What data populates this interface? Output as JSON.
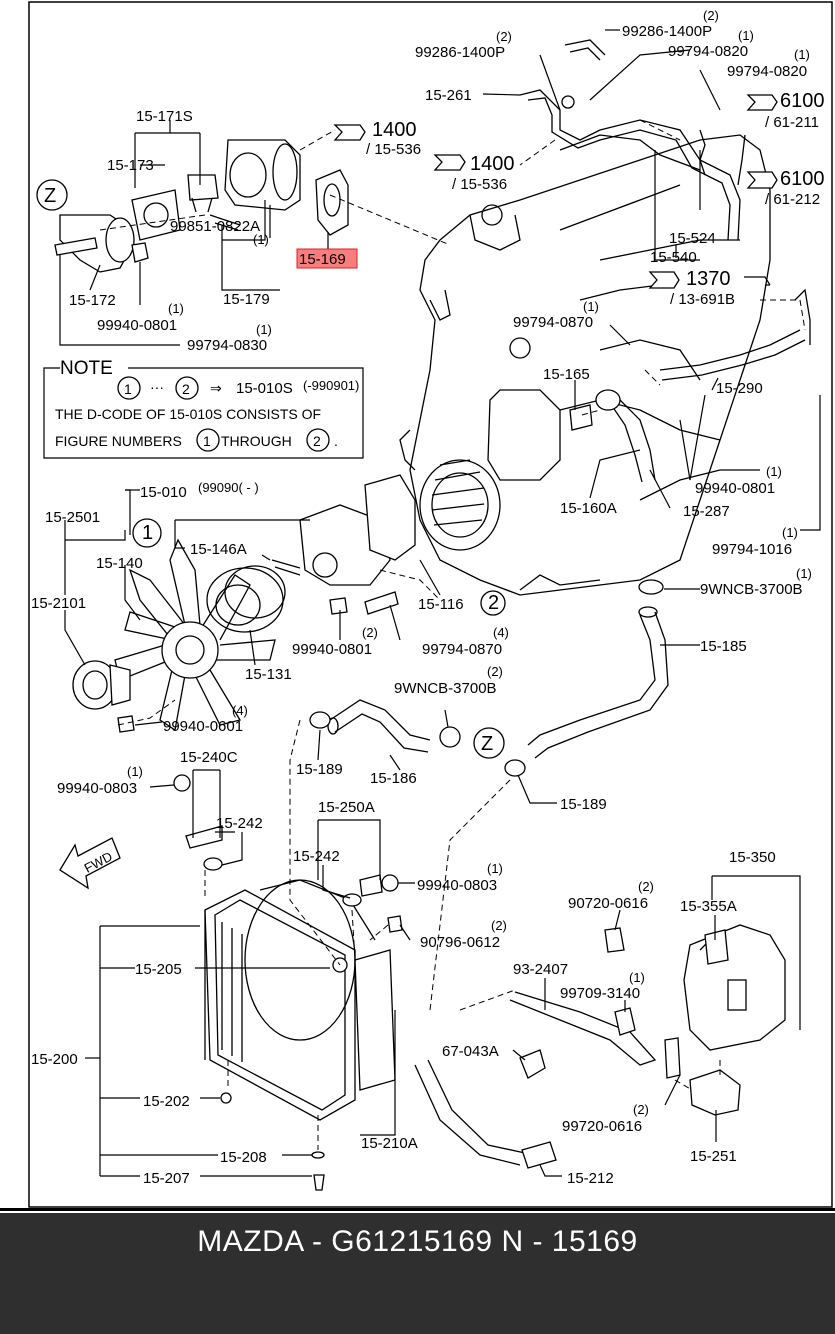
{
  "labels": {
    "l_15171S": "15-171S",
    "l_15173": "15-173",
    "l_15172": "15-172",
    "l_99940_0801_a": "99940-0801",
    "l_99940_0801_a_q": "(1)",
    "l_99794_0830": "99794-0830",
    "l_99794_0830_q": "(1)",
    "l_99851_0822A": "99851-0822A",
    "l_99851_0822A_q": "(1)",
    "l_15179": "15-179",
    "l_15169": "15-169",
    "l_1400_a": "1400",
    "l_15536_a": "/ 15-536",
    "l_1400_b": "1400",
    "l_15536_b": "/ 15-536",
    "l_15261": "15-261",
    "l_99286_1400P_l": "99286-1400P",
    "l_99286_1400P_l_q": "(2)",
    "l_99286_1400P_r": "99286-1400P",
    "l_99286_1400P_r_q": "(2)",
    "l_99794_0820_a": "99794-0820",
    "l_99794_0820_a_q": "(1)",
    "l_99794_0820_b": "99794-0820",
    "l_99794_0820_b_q": "(1)",
    "l_6100_a": "6100",
    "l_61211": "/ 61-211",
    "l_6100_b": "6100",
    "l_61212": "/ 61-212",
    "l_15524": "15-524",
    "l_15540": "15-540",
    "l_1370": "1370",
    "l_13691B": "/ 13-691B",
    "l_99794_0870_a": "99794-0870",
    "l_99794_0870_a_q": "(1)",
    "l_15165": "15-165",
    "l_15290": "15-290",
    "l_99940_0801_b": "99940-0801",
    "l_99940_0801_b_q": "(1)",
    "l_15287": "15-287",
    "l_15160A": "15-160A",
    "l_99794_1016": "99794-1016",
    "l_99794_1016_q": "(1)",
    "l_9WNCB_3700B_a": "9WNCB-3700B",
    "l_9WNCB_3700B_a_q": "(1)",
    "l_15185": "15-185",
    "l_15010": "15-010",
    "l_15010_sup": "(99090( - )",
    "l_152501": "15-2501",
    "l_15140": "15-140",
    "l_15146A": "15-146A",
    "l_152101": "15-2101",
    "l_15116": "15-116",
    "l_15116_num": "2",
    "l_99940_0801_c": "99940-0801",
    "l_99940_0801_c_q": "(2)",
    "l_99794_0870_b": "99794-0870",
    "l_99794_0870_b_q": "(4)",
    "l_15131": "15-131",
    "l_99940_0601": "99940-0601",
    "l_99940_0601_q": "(4)",
    "l_9WNCB_3700B_b": "9WNCB-3700B",
    "l_9WNCB_3700B_b_q": "(2)",
    "l_15189_a": "15-189",
    "l_15186": "15-186",
    "l_15189_b": "15-189",
    "l_15240C": "15-240C",
    "l_99940_0803_a": "99940-0803",
    "l_99940_0803_a_q": "(1)",
    "l_15242_a": "15-242",
    "l_15250A": "15-250A",
    "l_15242_b": "15-242",
    "l_99940_0803_b": "99940-0803",
    "l_99940_0803_b_q": "(1)",
    "l_90796_0612": "90796-0612",
    "l_90796_0612_q": "(2)",
    "l_15350": "15-350",
    "l_90720_0616": "90720-0616",
    "l_90720_0616_q": "(2)",
    "l_15355A": "15-355A",
    "l_15205": "15-205",
    "l_932407": "93-2407",
    "l_99709_3140": "99709-3140",
    "l_99709_3140_q": "(1)",
    "l_15200": "15-200",
    "l_67043A": "67-043A",
    "l_15202": "15-202",
    "l_99720_0616": "99720-0616",
    "l_99720_0616_q": "(2)",
    "l_15210A": "15-210A",
    "l_15208": "15-208",
    "l_15251": "15-251",
    "l_15207": "15-207",
    "l_15212": "15-212",
    "l_fwd": "FWD",
    "l_z_a": "Z",
    "l_z_b": "Z",
    "l_circle1": "1"
  },
  "note": {
    "title": "NOTE",
    "line1_a": "1",
    "line1_dots": "···",
    "line1_b": "2",
    "line1_eq": "⇒",
    "line1_code": "15-010S",
    "line1_sup": "(-990901)",
    "line2": "THE D-CODE OF  15-010S CONSISTS OF",
    "line3_a": "FIGURE NUMBERS",
    "line3_n1": "1",
    "line3_b": "THROUGH",
    "line3_n2": "2",
    "line3_c": "."
  },
  "footer": {
    "text": "MAZDA - G61215169   N - 15169"
  },
  "colors": {
    "highlight": "#f87e7e",
    "footer_bg": "#2f2f2f"
  }
}
